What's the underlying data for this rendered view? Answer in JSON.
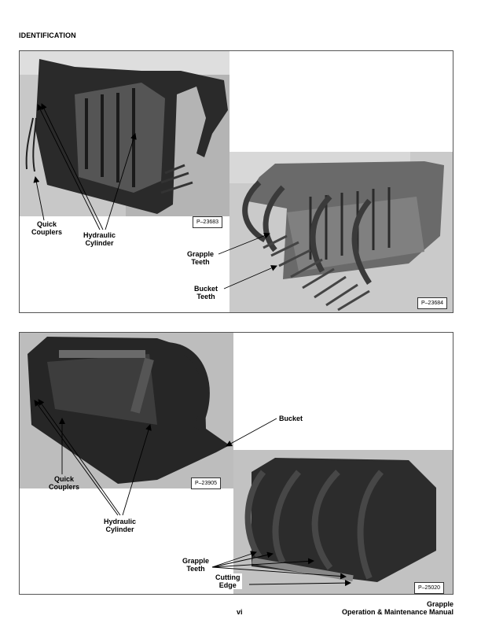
{
  "page": {
    "heading": "IDENTIFICATION",
    "figures": [
      {
        "left_photo_id": "P–23683",
        "right_photo_id": "P–23684",
        "labels": {
          "quick_couplers": [
            "Quick",
            "Couplers"
          ],
          "hydraulic_cylinder": [
            "Hydraulic",
            "Cylinder"
          ],
          "grapple_teeth": [
            "Grapple",
            "Teeth"
          ],
          "bucket_teeth": [
            "Bucket",
            "Teeth"
          ]
        }
      },
      {
        "left_photo_id": "P–23905",
        "right_photo_id": "P–25020",
        "labels": {
          "bucket": "Bucket",
          "quick_couplers": [
            "Quick",
            "Couplers"
          ],
          "hydraulic_cylinder": [
            "Hydraulic",
            "Cylinder"
          ],
          "grapple_teeth": [
            "Grapple",
            "Teeth"
          ],
          "cutting_edge": [
            "Cutting",
            "Edge"
          ]
        }
      }
    ],
    "footer": {
      "page_number": "vi",
      "title_line1": "Grapple",
      "title_line2": "Operation & Maintenance Manual"
    }
  }
}
